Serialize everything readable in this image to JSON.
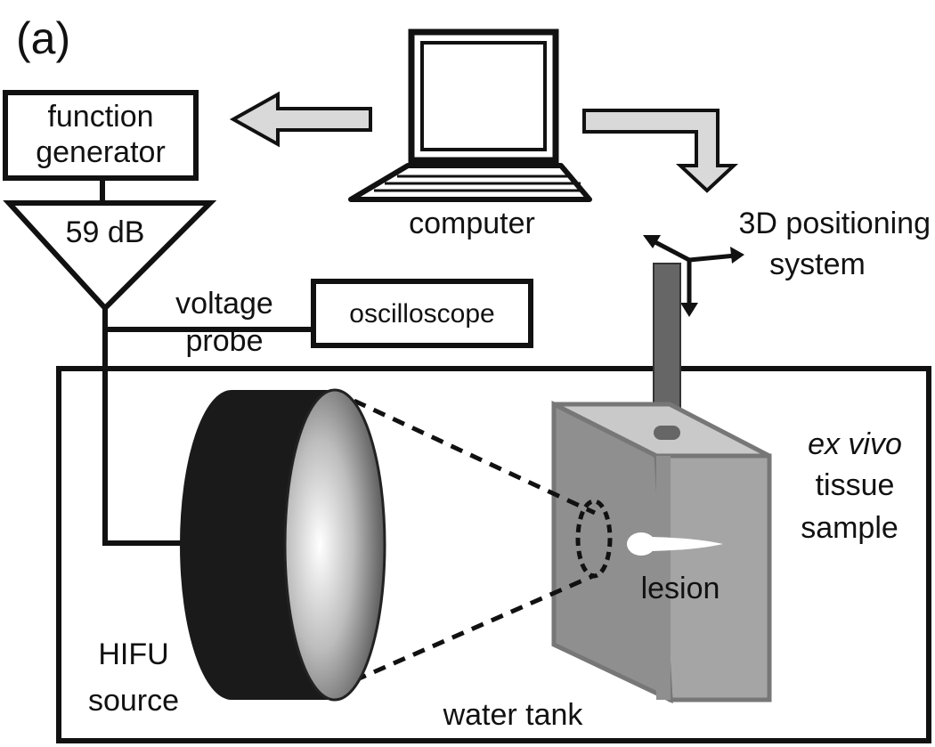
{
  "panel_label": "(a)",
  "labels": {
    "function_generator_line1": "function",
    "function_generator_line2": "generator",
    "amplifier_gain": "59 dB",
    "computer": "computer",
    "positioning_line1": "3D positioning",
    "positioning_line2": "system",
    "voltage_probe_line1": "voltage",
    "voltage_probe_line2": "probe",
    "oscilloscope": "oscilloscope",
    "tissue_line1": "ex vivo",
    "tissue_line2": "tissue",
    "tissue_line3": "sample",
    "lesion": "lesion",
    "hifu_line1": "HIFU",
    "hifu_line2": "source",
    "water_tank": "water tank"
  },
  "colors": {
    "line": "#111111",
    "arrow_fill": "#d9d9d9",
    "transducer_body": "#1a1a1a",
    "tissue_front": "#8f8f8f",
    "tissue_side": "#a5a5a5",
    "tissue_top": "#c9c9c9",
    "rod": "#666666"
  }
}
